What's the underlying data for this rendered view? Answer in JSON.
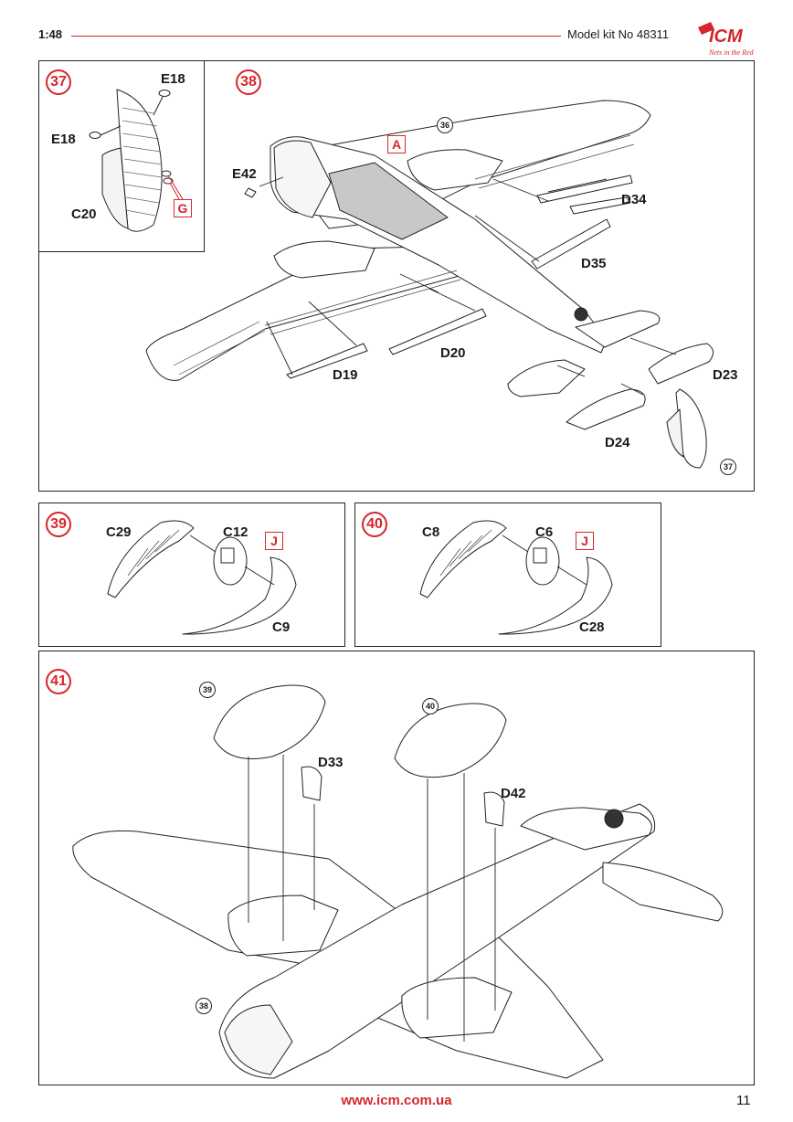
{
  "header": {
    "scale": "1:48",
    "kit_number": "Model kit No 48311",
    "brand": "ICM",
    "brand_tagline": "Nets in the Red"
  },
  "colors": {
    "accent": "#d6262b",
    "line": "#222222",
    "part_fill": "#ffffff",
    "cockpit_fill": "#c8c8c8"
  },
  "step37": {
    "step": "37",
    "parts": {
      "e18_top": "E18",
      "e18_left": "E18",
      "c20": "C20"
    },
    "tag": "G"
  },
  "step38": {
    "step": "38",
    "ref36": "36",
    "ref37": "37",
    "tag": "A",
    "parts": {
      "e42": "E42",
      "d34": "D34",
      "d35": "D35",
      "d20": "D20",
      "d19": "D19",
      "d23": "D23",
      "d24": "D24"
    }
  },
  "step39": {
    "step": "39",
    "parts": {
      "c29": "C29",
      "c12": "C12",
      "c9": "C9"
    },
    "tag": "J"
  },
  "step40": {
    "step": "40",
    "parts": {
      "c8": "C8",
      "c6": "C6",
      "c28": "C28"
    },
    "tag": "J"
  },
  "step41": {
    "step": "41",
    "ref39": "39",
    "ref40": "40",
    "ref38": "38",
    "parts": {
      "d33": "D33",
      "d42": "D42"
    }
  },
  "footer": {
    "url": "www.icm.com.ua",
    "page": "11"
  }
}
